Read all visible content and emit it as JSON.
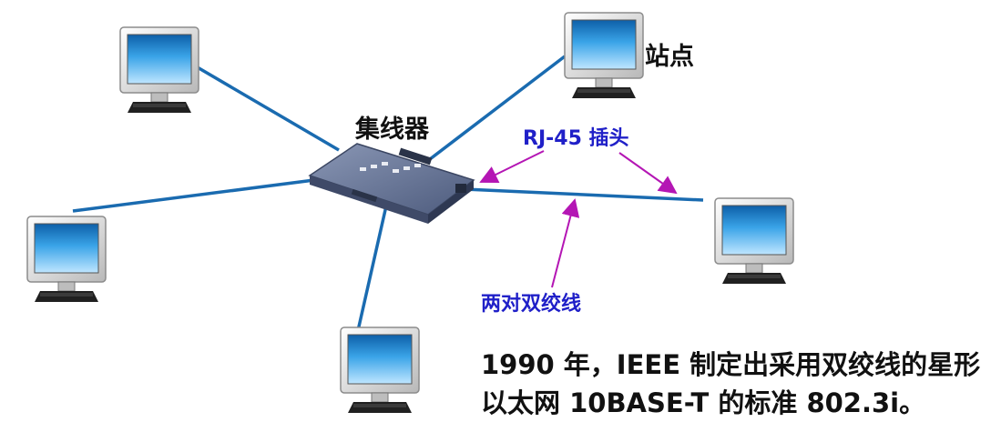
{
  "labels": {
    "station": "站点",
    "hub": "集线器",
    "rj45": "RJ-45 插头",
    "twisted_pair": "两对双绞线"
  },
  "caption": {
    "line1": "1990 年，IEEE 制定出采用双绞线的星形",
    "line2": "以太网 10BASE-T 的标准 802.3i。"
  },
  "colors": {
    "cable": "#1a6bb0",
    "arrow": "#b416b4",
    "label_blue": "#2020c8",
    "text": "#111111",
    "monitor_body": "#e6e6e6",
    "screen": "#2a8fd6",
    "hub_body": "#5f6f92"
  }
}
